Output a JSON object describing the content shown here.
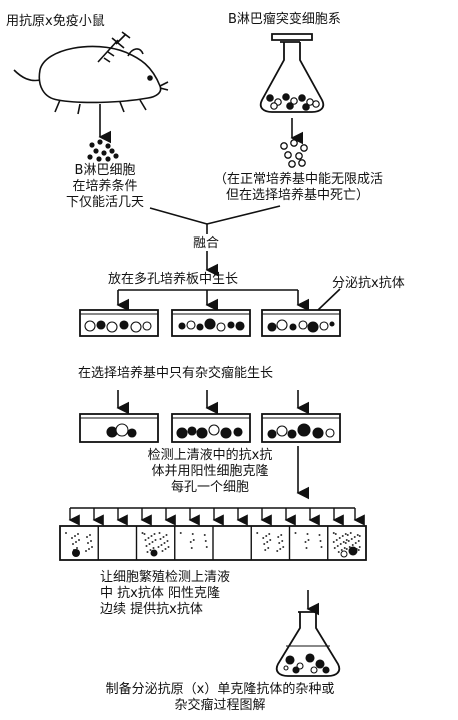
{
  "labels": {
    "immunize": "用抗原x免疫小鼠",
    "myeloma_line": "B淋巴瘤突变细胞系",
    "b_cell_1": "B淋巴细胞",
    "b_cell_2": "在培养条件",
    "b_cell_3": "下仅能活几天",
    "myeloma_note_1": "（在正常培养基中能无限成活",
    "myeloma_note_2": "但在选择培养基中死亡）",
    "fusion": "融合",
    "multiwell": "放在多孔培养板中生长",
    "secrete": "分泌抗x抗体",
    "selective": "在选择培养基中只有杂交瘤能生长",
    "detect_1": "检测上清液中的抗x抗",
    "detect_2": "体并用阳性细胞克隆",
    "detect_3": "每孔一个细胞",
    "expand_1": "让细胞繁殖检测上清液",
    "expand_2": "中  抗x抗体  阳性克隆",
    "expand_3": "边续  提供抗x抗体",
    "caption_1": "制备分泌抗原（x）单克隆抗体的杂种或",
    "caption_2": "杂交瘤过程图解"
  }
}
